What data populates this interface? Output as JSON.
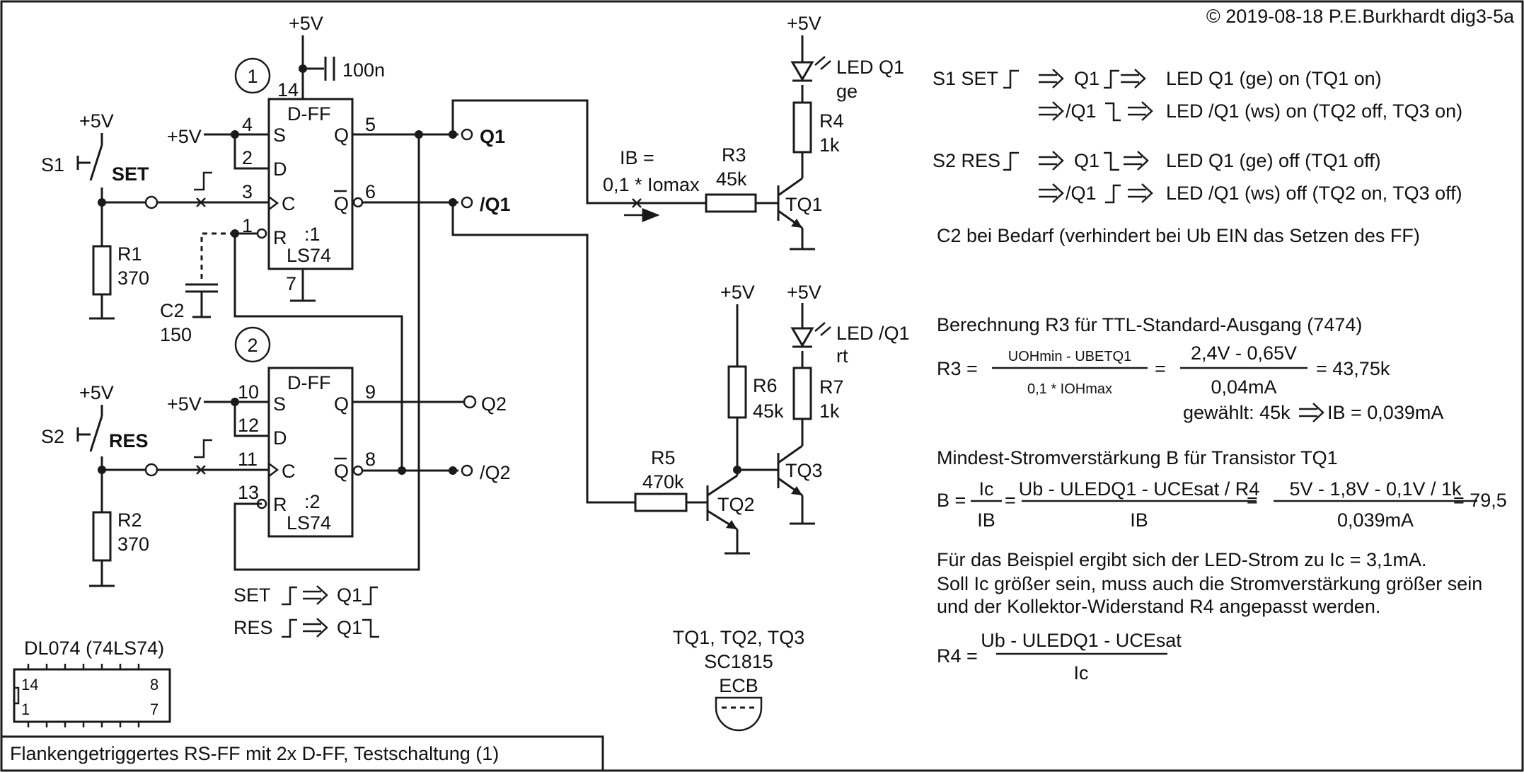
{
  "copyright": "© 2019-08-18 P.E.Burkhardt dig3-5a",
  "footer_title": "Flankengetriggertes RS-FF mit 2x D-FF, Testschaltung (1)",
  "supply": "+5V",
  "ff1": {
    "circle_label": "1",
    "title": "D-FF",
    "part": "LS74",
    "unit": ":1",
    "pins": {
      "s": "4",
      "d": "2",
      "c": "3",
      "r": "1",
      "q": "5",
      "qn": "6",
      "vcc": "14",
      "gnd": "7"
    },
    "pin_names": {
      "s": "S",
      "d": "D",
      "c": "C",
      "r": "R",
      "q": "Q",
      "qn": "Q"
    }
  },
  "ff2": {
    "circle_label": "2",
    "title": "D-FF",
    "part": "LS74",
    "unit": ":2",
    "pins": {
      "s": "10",
      "d": "12",
      "c": "11",
      "r": "13",
      "q": "9",
      "qn": "8"
    },
    "pin_names": {
      "s": "S",
      "d": "D",
      "c": "C",
      "r": "R",
      "q": "Q",
      "qn": "Q"
    }
  },
  "cap_100n": "100n",
  "s1": {
    "name": "S1",
    "label": "SET"
  },
  "s2": {
    "name": "S2",
    "label": "RES"
  },
  "r1": {
    "name": "R1",
    "value": "370"
  },
  "r2": {
    "name": "R2",
    "value": "370"
  },
  "c2": {
    "name": "C2",
    "value": "150"
  },
  "outputs": {
    "q1": "Q1",
    "q1n": "/Q1",
    "q2": "Q2",
    "q2n": "/Q2"
  },
  "ib_label": "IB =",
  "ib_formula": "0,1 * Iomax",
  "r3": {
    "name": "R3",
    "value": "45k"
  },
  "r4": {
    "name": "R4",
    "value": "1k"
  },
  "r5": {
    "name": "R5",
    "value": "470k"
  },
  "r6": {
    "name": "R6",
    "value": "45k"
  },
  "r7": {
    "name": "R7",
    "value": "1k"
  },
  "led1": {
    "name": "LED Q1",
    "color": "ge"
  },
  "led2": {
    "name": "LED /Q1",
    "color": "rt"
  },
  "tq1": "TQ1",
  "tq2": "TQ2",
  "tq3": "TQ3",
  "legend_set": "SET",
  "legend_res": "RES",
  "legend_q1": "Q1",
  "ic_pkg": {
    "title": "DL074 (74LS74)",
    "p14": "14",
    "p8": "8",
    "p1": "1",
    "p7": "7"
  },
  "transistor_info": {
    "line1": "TQ1, TQ2, TQ3",
    "line2": "SC1815",
    "line3": "ECB"
  },
  "notes": {
    "s1_a1": "S1 SET",
    "s1_a2": "Q1",
    "s1_a3": "LED Q1 (ge) on  (TQ1 on)",
    "s1_b2": "/Q1",
    "s1_b3": "LED /Q1 (ws) on (TQ2 off, TQ3 on)",
    "s2_a1": "S2 RES",
    "s2_a2": "Q1",
    "s2_a3": "LED Q1 (ge) off  (TQ1 off)",
    "s2_b2": "/Q1",
    "s2_b3": "LED /Q1 (ws) off (TQ2 on, TQ3 off)",
    "c2_note": "C2 bei Bedarf (verhindert bei Ub EIN das Setzen des FF)",
    "r3_title": "Berechnung R3 für TTL-Standard-Ausgang (7474)",
    "r3_lhs": "R3 =",
    "r3_num1": "UOHmin - UBETQ1",
    "r3_den1": "0,1 * IOHmax",
    "r3_num2": "2,4V - 0,65V",
    "r3_den2": "0,04mA",
    "r3_result": "= 43,75k",
    "r3_chosen_a": "gewählt: 45k",
    "r3_chosen_b": "IB = 0,039mA",
    "b_title": "Mindest-Stromverstärkung B für Transistor TQ1",
    "b_lhs": "B =",
    "b_num1": "Ic",
    "b_den1": "IB",
    "b_num2": "Ub - ULEDQ1 - UCEsat / R4",
    "b_den2": "IB",
    "b_num3": "5V - 1,8V - 0,1V / 1k",
    "b_den3": "0,039mA",
    "b_result": "= 79,5",
    "led_current": "Für das Beispiel ergibt sich der LED-Strom zu Ic = 3,1mA.",
    "gain_note1": "Soll Ic größer sein, muss auch die Stromverstärkung größer sein",
    "gain_note2": "und der Kollektor-Widerstand R4 angepasst werden.",
    "r4_lhs": "R4 =",
    "r4_num": "Ub - ULEDQ1 - UCEsat",
    "r4_den": "Ic"
  }
}
